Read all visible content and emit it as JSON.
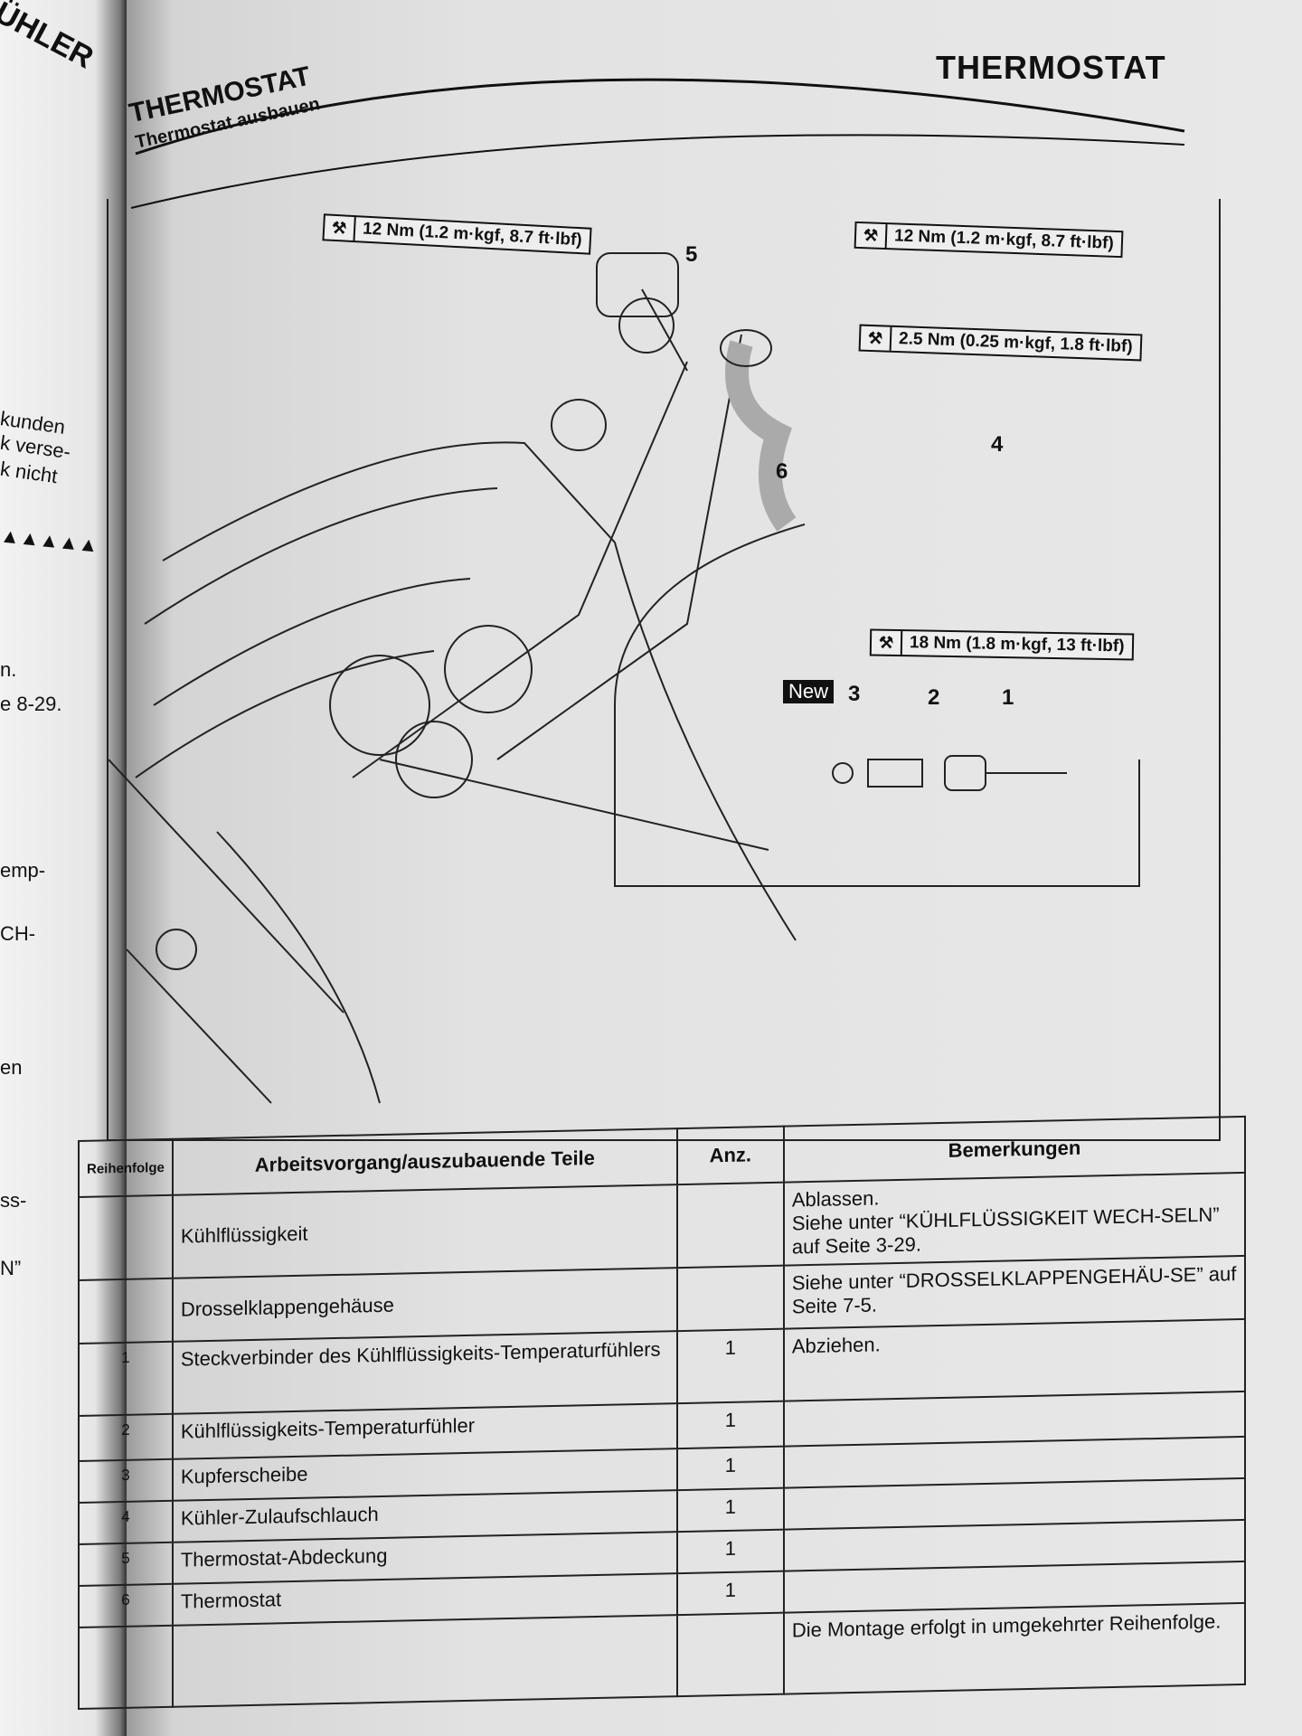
{
  "left_page": {
    "heading_fragment": "ÜHLER",
    "fragments": [
      "kunden",
      "k verse-",
      "k nicht",
      "▲▲▲▲▲",
      "n.",
      "e 8-29.",
      "emp-",
      "CH-",
      "en",
      "ss-",
      "N”"
    ]
  },
  "header": {
    "section": "THERMOSTAT"
  },
  "title": {
    "main": "THERMOSTAT",
    "sub": "Thermostat ausbauen"
  },
  "diagram": {
    "torque_specs": [
      "12 Nm (1.2 m·kgf, 8.7 ft·lbf)",
      "12 Nm (1.2 m·kgf, 8.7 ft·lbf)",
      "2.5 Nm (0.25 m·kgf, 1.8 ft·lbf)",
      "18 Nm (1.8 m·kgf, 13 ft·lbf)"
    ],
    "callouts": [
      "1",
      "2",
      "3",
      "4",
      "5",
      "6"
    ],
    "new_label": "New"
  },
  "table": {
    "headers": [
      "Reihenfolge",
      "Arbeitsvorgang/auszubauende Teile",
      "Anz.",
      "Bemerkungen"
    ],
    "rows": [
      {
        "no": "",
        "part": "Kühlflüssigkeit",
        "qty": "",
        "remark": "Ablassen.\nSiehe unter “KÜHLFLÜSSIGKEIT WECH-SELN” auf Seite 3-29."
      },
      {
        "no": "",
        "part": "Drosselklappengehäuse",
        "qty": "",
        "remark": "Siehe unter “DROSSELKLAPPENGEHÄU-SE” auf Seite 7-5."
      },
      {
        "no": "1",
        "part": "Steckverbinder des Kühlflüssigkeits-Temperaturfühlers",
        "qty": "1",
        "remark": "Abziehen."
      },
      {
        "no": "2",
        "part": "Kühlflüssigkeits-Temperaturfühler",
        "qty": "1",
        "remark": ""
      },
      {
        "no": "3",
        "part": "Kupferscheibe",
        "qty": "1",
        "remark": ""
      },
      {
        "no": "4",
        "part": "Kühler-Zulaufschlauch",
        "qty": "1",
        "remark": ""
      },
      {
        "no": "5",
        "part": "Thermostat-Abdeckung",
        "qty": "1",
        "remark": ""
      },
      {
        "no": "6",
        "part": "Thermostat",
        "qty": "1",
        "remark": ""
      },
      {
        "no": "",
        "part": "",
        "qty": "",
        "remark": "Die Montage erfolgt in umgekehrter Reihenfolge."
      }
    ]
  }
}
